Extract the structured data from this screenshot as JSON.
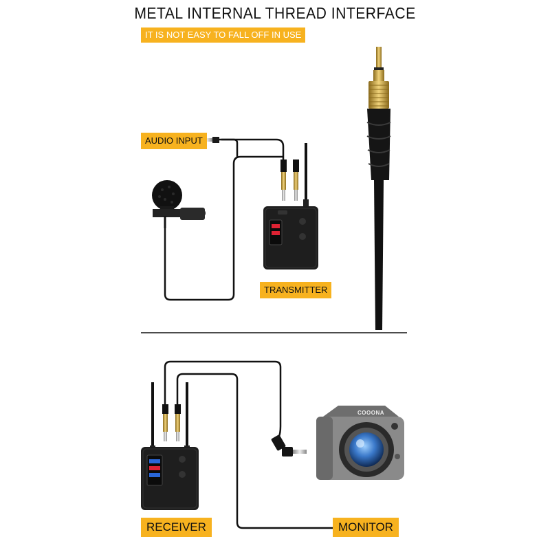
{
  "header": {
    "title": "METAL INTERNAL THREAD INTERFACE",
    "subtitle": "IT IS NOT EASY TO FALL OFF IN USE"
  },
  "labels": {
    "audio_input": "AUDIO INPUT",
    "transmitter": "TRANSMITTER",
    "receiver": "RECEIVER",
    "monitor": "MONITOR"
  },
  "camera": {
    "brand": "COOONA"
  },
  "colors": {
    "accent": "#f7b21f",
    "cable": "#111111",
    "gold": "#c9a035",
    "device": "#1e1e1e",
    "camera_body": "#8a8a8a",
    "lens": "#3a78c9"
  }
}
